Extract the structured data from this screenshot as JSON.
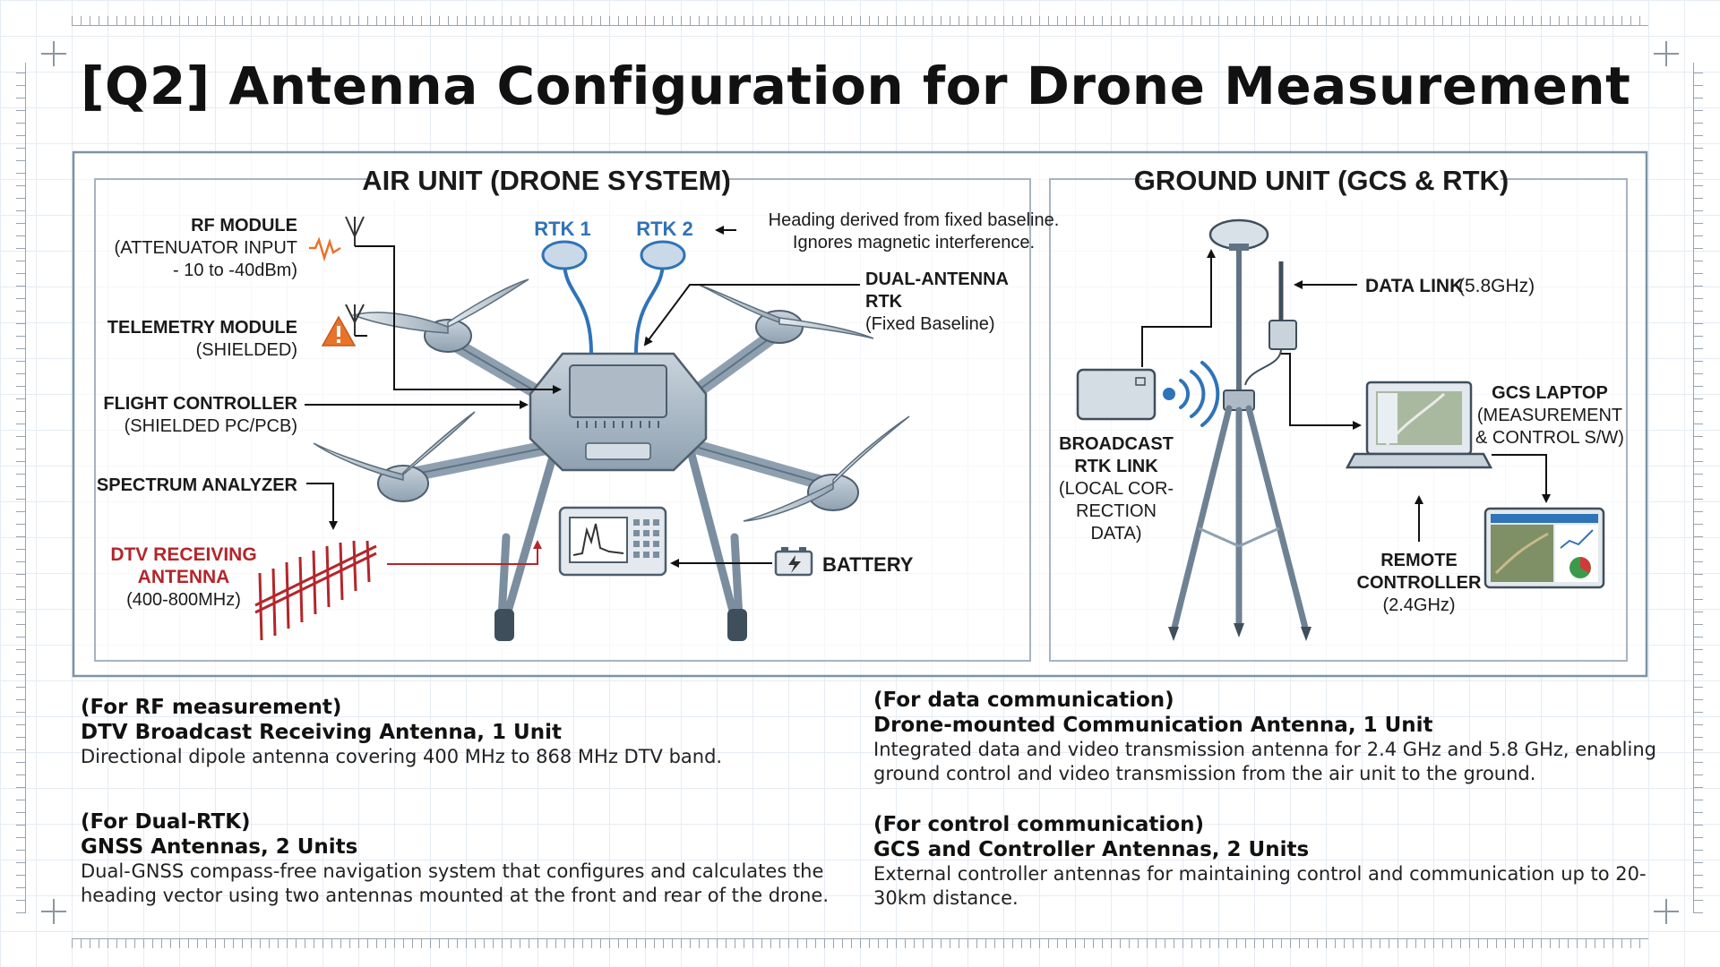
{
  "title": "[Q2] Antenna Configuration for Drone Measurement",
  "air_unit": {
    "header": "AIR UNIT (DRONE SYSTEM)",
    "rf_module": {
      "title": "RF MODULE",
      "line1": "(ATTENUATOR INPUT",
      "line2": "- 10 to -40dBm)"
    },
    "telemetry_module": {
      "title": "TELEMETRY MODULE",
      "line1": "(SHIELDED)"
    },
    "flight_controller": {
      "title": "FLIGHT CONTROLLER",
      "line1": "(SHIELDED PC/PCB)"
    },
    "spectrum_analyzer": {
      "title": "SPECTRUM ANALYZER"
    },
    "dtv_antenna": {
      "line1": "DTV RECEIVING",
      "line2": "ANTENNA",
      "line3": "(400-800MHz)"
    },
    "rtk1": "RTK 1",
    "rtk2": "RTK 2",
    "heading_note": {
      "line1": "Heading derived from fixed baseline.",
      "line2": "Ignores magnetic interference."
    },
    "dual_rtk": {
      "line1": "DUAL-ANTENNA",
      "line2": "RTK",
      "line3": "(Fixed Baseline)"
    },
    "battery": "BATTERY"
  },
  "ground_unit": {
    "header": "GROUND UNIT (GCS & RTK)",
    "data_link": {
      "title": "DATA LINK",
      "freq": "(5.8GHz)"
    },
    "broadcast_rtk": {
      "line1": "BROADCAST",
      "line2": "RTK LINK",
      "line3": "(LOCAL COR-",
      "line4": "RECTION",
      "line5": "DATA)"
    },
    "gcs_laptop": {
      "line1": "GCS LAPTOP",
      "line2": "(MEASUREMENT",
      "line3": "& CONTROL S/W)"
    },
    "remote_controller": {
      "line1": "REMOTE",
      "line2": "CONTROLLER",
      "line3": "(2.4GHz)"
    }
  },
  "descriptions": [
    {
      "category": "(For RF measurement)",
      "name": "DTV Broadcast Receiving Antenna, 1 Unit",
      "body_line1": "Directional dipole antenna covering 400 MHz to 868 MHz DTV band.",
      "body_line2": ""
    },
    {
      "category": "(For Dual-RTK)",
      "name": "GNSS Antennas, 2 Units",
      "body_line1": "Dual-GNSS compass-free navigation system that configures and calculates the",
      "body_line2": "heading vector using two antennas mounted at the front and rear of the drone."
    },
    {
      "category": "(For data communication)",
      "name": "Drone-mounted Communication Antenna, 1 Unit",
      "body_line1": "Integrated data and video transmission antenna for 2.4 GHz and 5.8 GHz, enabling",
      "body_line2": "ground control and video transmission from the air unit to the ground."
    },
    {
      "category": "(For control communication)",
      "name": "GCS and Controller Antennas, 2 Units",
      "body_line1": "External controller antennas for maintaining control and communication up to 20-",
      "body_line2": "30km distance."
    }
  ],
  "colors": {
    "accent_blue": "#2f73b8",
    "warning_orange": "#e8732a",
    "dtv_red": "#b3262b",
    "frame_steel": "#7d93a6"
  }
}
